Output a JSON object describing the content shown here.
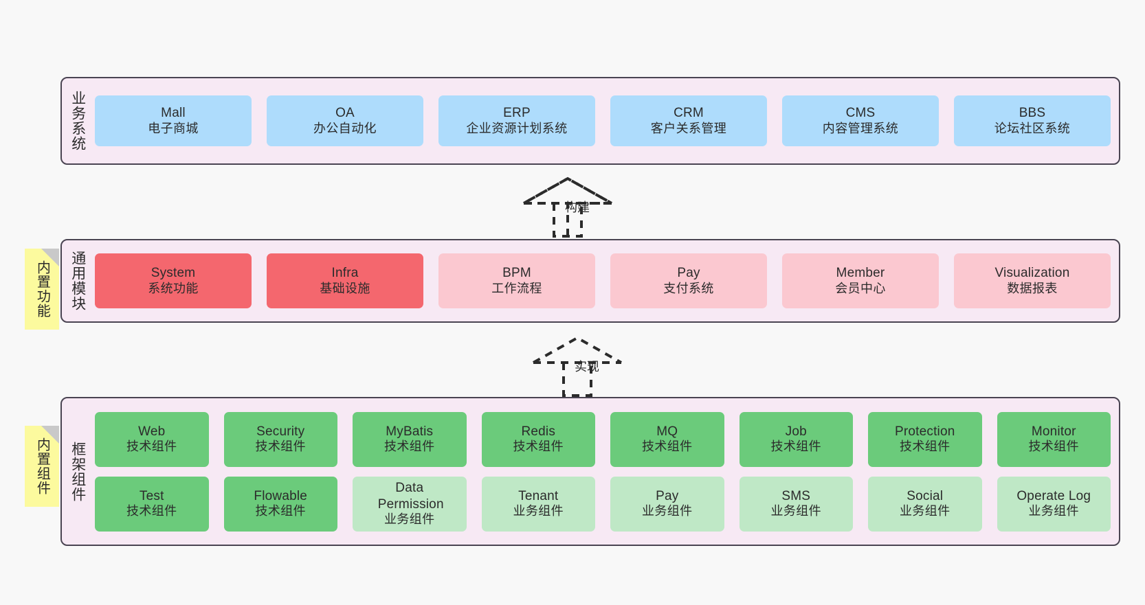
{
  "colors": {
    "panel_bg": "#f7e9f4",
    "panel_border": "#4a4452",
    "page_bg": "#f8f8f8",
    "blue": "#aedcfc",
    "red": "#f4676e",
    "pink": "#fbc8d0",
    "green": "#6bcb7b",
    "green_light": "#bfe8c6",
    "sticky": "#fcfa9e",
    "sticky_fold": "#c9c9c9"
  },
  "layers": [
    {
      "id": "business-systems",
      "title": "业务系统",
      "sticky": null,
      "rows": [
        {
          "nodes": [
            {
              "en": "Mall",
              "cn": "电子商城",
              "color": "blue"
            },
            {
              "en": "OA",
              "cn": "办公自动化",
              "color": "blue"
            },
            {
              "en": "ERP",
              "cn": "企业资源计划系统",
              "color": "blue"
            },
            {
              "en": "CRM",
              "cn": "客户关系管理",
              "color": "blue"
            },
            {
              "en": "CMS",
              "cn": "内容管理系统",
              "color": "blue"
            },
            {
              "en": "BBS",
              "cn": "论坛社区系统",
              "color": "blue"
            }
          ]
        }
      ]
    },
    {
      "id": "common-modules",
      "title": "通用模块",
      "sticky": "内置功能",
      "rows": [
        {
          "nodes": [
            {
              "en": "System",
              "cn": "系统功能",
              "color": "red"
            },
            {
              "en": "Infra",
              "cn": "基础设施",
              "color": "red"
            },
            {
              "en": "BPM",
              "cn": "工作流程",
              "color": "pink"
            },
            {
              "en": "Pay",
              "cn": "支付系统",
              "color": "pink"
            },
            {
              "en": "Member",
              "cn": "会员中心",
              "color": "pink"
            },
            {
              "en": "Visualization",
              "cn": "数据报表",
              "color": "pink"
            }
          ]
        }
      ]
    },
    {
      "id": "framework-components",
      "title": "框架组件",
      "sticky": "内置组件",
      "rows": [
        {
          "nodes": [
            {
              "en": "Web",
              "cn": "技术组件",
              "color": "green"
            },
            {
              "en": "Security",
              "cn": "技术组件",
              "color": "green"
            },
            {
              "en": "MyBatis",
              "cn": "技术组件",
              "color": "green"
            },
            {
              "en": "Redis",
              "cn": "技术组件",
              "color": "green"
            },
            {
              "en": "MQ",
              "cn": "技术组件",
              "color": "green"
            },
            {
              "en": "Job",
              "cn": "技术组件",
              "color": "green"
            },
            {
              "en": "Protection",
              "cn": "技术组件",
              "color": "green"
            },
            {
              "en": "Monitor",
              "cn": "技术组件",
              "color": "green"
            }
          ]
        },
        {
          "nodes": [
            {
              "en": "Test",
              "cn": "技术组件",
              "color": "green"
            },
            {
              "en": "Flowable",
              "cn": "技术组件",
              "color": "green"
            },
            {
              "en": "Data Permission",
              "cn": "业务组件",
              "color": "green_light"
            },
            {
              "en": "Tenant",
              "cn": "业务组件",
              "color": "green_light"
            },
            {
              "en": "Pay",
              "cn": "业务组件",
              "color": "green_light"
            },
            {
              "en": "SMS",
              "cn": "业务组件",
              "color": "green_light"
            },
            {
              "en": "Social",
              "cn": "业务组件",
              "color": "green_light"
            },
            {
              "en": "Operate Log",
              "cn": "业务组件",
              "color": "green_light"
            }
          ]
        }
      ]
    }
  ],
  "connectors": [
    {
      "id": "build",
      "label": "构建",
      "from": "common-modules",
      "to": "business-systems"
    },
    {
      "id": "implement",
      "label": "实现",
      "from": "framework-components",
      "to": "common-modules"
    }
  ]
}
